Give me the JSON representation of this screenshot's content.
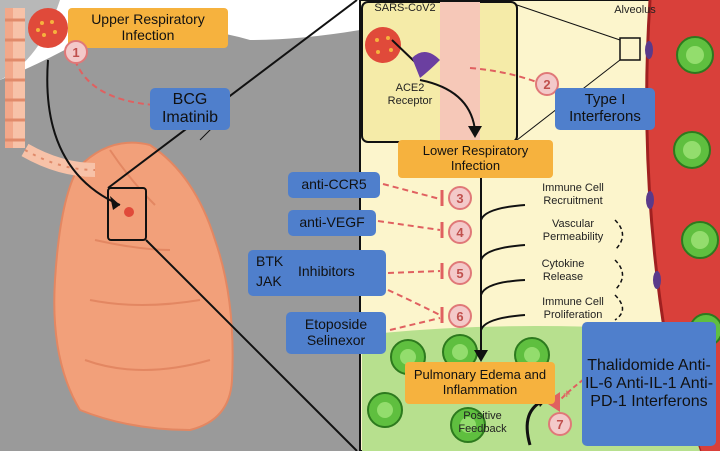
{
  "labels": {
    "upper_infection": "Upper Respiratory Infection",
    "sars": "SARS-CoV2",
    "ace2": "ACE2 Receptor",
    "alveolus": "Alveolus",
    "lower_infection": "Lower Respiratory Infection",
    "immune_recruitment": "Immune Cell Recruitment",
    "vascular_permeability": "Vascular Permeability",
    "cytokine_release": "Cytokine Release",
    "immune_proliferation": "Immune Cell Proliferation",
    "edema": "Pulmonary Edema and Inflammation",
    "positive_feedback": "Positive Feedback"
  },
  "drugs": {
    "bcg": "BCG Imatinib",
    "type1": "Type I Interferons",
    "ccr5": "anti-CCR5",
    "vegf": "anti-VEGF",
    "btk": "BTK",
    "jak": "JAK",
    "inhibitors": "Inhibitors",
    "etoposide": "Etoposide Selinexor",
    "thalidomide": "Thalidomide Anti-IL-6 Anti-IL-1 Anti-PD-1 Interferons"
  },
  "badges": [
    "1",
    "2",
    "3",
    "4",
    "5",
    "6",
    "7"
  ],
  "colors": {
    "label_orange": "#f6b23e",
    "drug_blue": "#4f7fcc",
    "inhibition_red": "#e06060",
    "lung": "#f2a07a",
    "vessel": "#d9403a",
    "virus": "#e04a3a"
  }
}
